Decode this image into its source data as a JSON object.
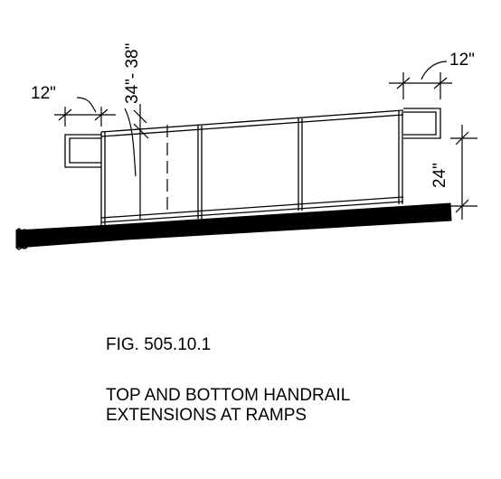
{
  "dimensions": {
    "top_extension": "12\"",
    "bottom_extension": "12\"",
    "handrail_height": "34\"- 38\"",
    "guard_height": "24\""
  },
  "figure": {
    "number": "FIG. 505.10.1",
    "title_line1": "TOP AND BOTTOM HANDRAIL",
    "title_line2": "EXTENSIONS AT RAMPS"
  }
}
